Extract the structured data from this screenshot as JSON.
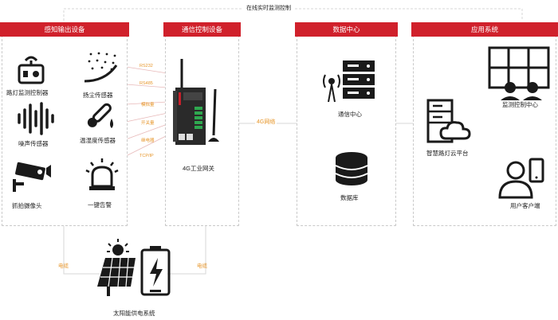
{
  "top_link": {
    "label": "在线实时监测控制"
  },
  "panels": {
    "perception": {
      "title": "感知输出设备"
    },
    "comm": {
      "title": "通信控制设备"
    },
    "datacenter": {
      "title": "数据中心"
    },
    "app": {
      "title": "应用系统"
    }
  },
  "devices": {
    "streetlight_controller": "路灯监测控制器",
    "dust_sensor": "扬尘传感器",
    "noise_sensor": "噪声传感器",
    "temp_humidity_sensor": "温湿度传感器",
    "camera": "抓拍摄像头",
    "alarm": "一键告警"
  },
  "interfaces": [
    "RS232",
    "RS485",
    "模拟量",
    "开关量",
    "继电器",
    "TCP/IP"
  ],
  "gateway": {
    "label": "4G工业网关"
  },
  "network": {
    "label": "4G网络"
  },
  "datacenter": {
    "comm_center": "通信中心",
    "database": "数据库"
  },
  "app": {
    "cloud_platform": "智慧路灯云平台",
    "monitor_center": "监测控制中心",
    "client": "用户客户端"
  },
  "power": {
    "cable_left": "电缆",
    "cable_right": "电缆",
    "solar_label": "太阳能供电系统"
  },
  "colors": {
    "accent": "#d0202b",
    "interface": "#e7962a",
    "icon": "#1a1a1a",
    "dash": "#c9c9c9"
  }
}
